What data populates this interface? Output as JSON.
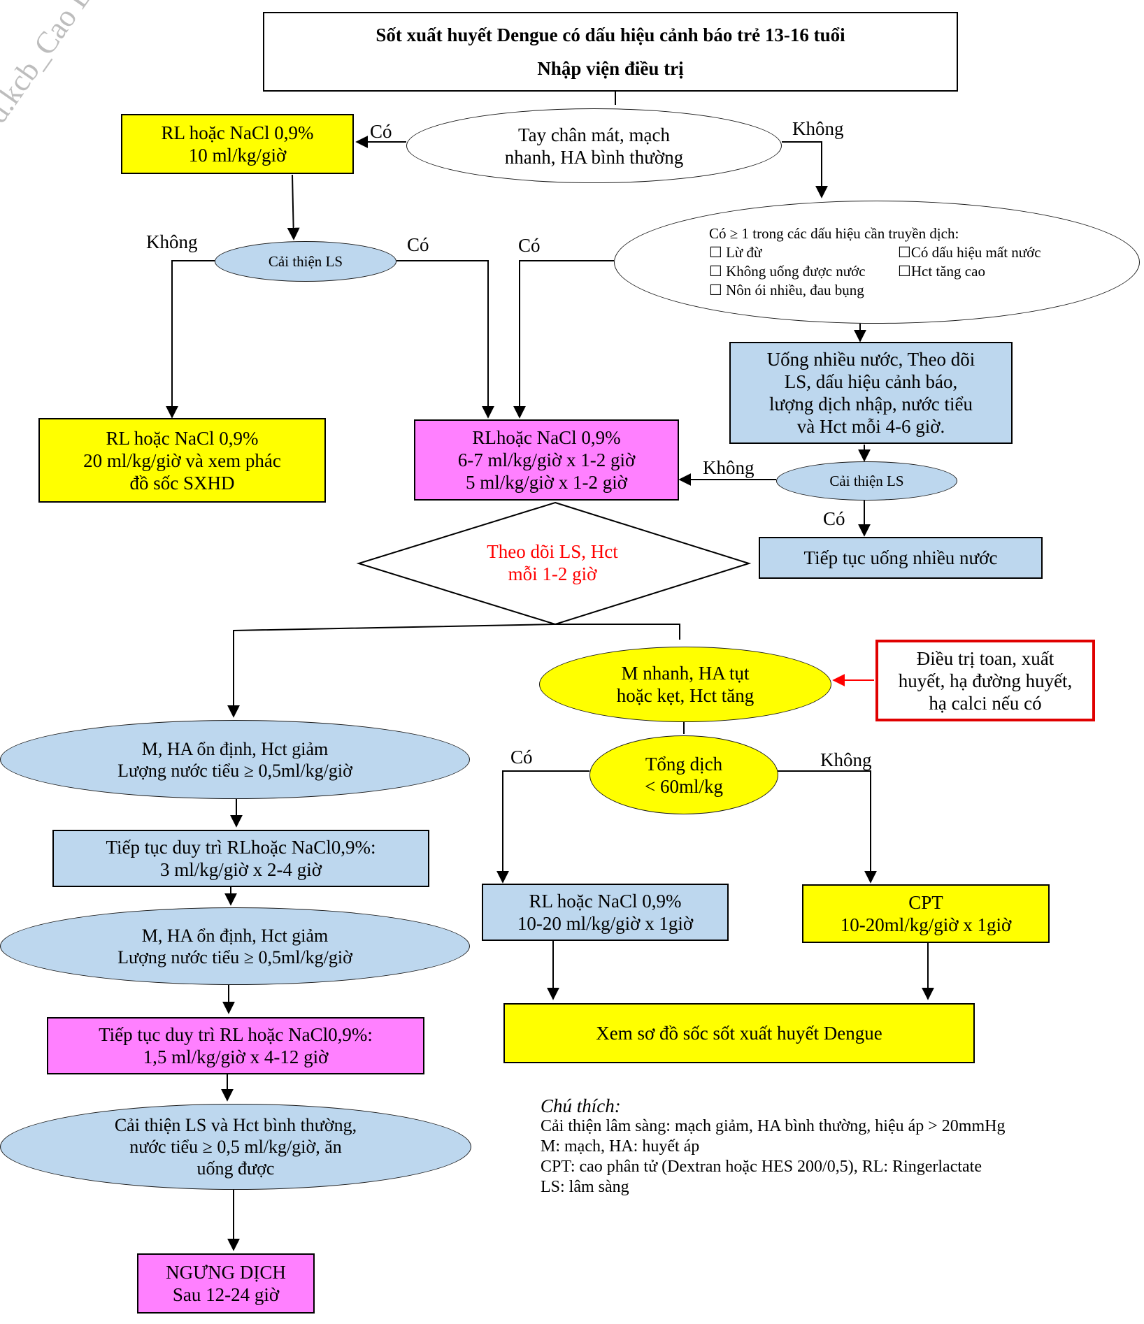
{
  "watermark": "sd.kcb_Cao Duc Phuong_",
  "title": {
    "line1": "Sốt xuất huyết Dengue có dấu hiệu cảnh báo trẻ 13-16 tuổi",
    "line2": "Nhập viện điều trị"
  },
  "nodes": {
    "rl_10": {
      "line1": "RL hoặc NaCl 0,9%",
      "line2": "10 ml/kg/giờ"
    },
    "assess_cold_limbs": {
      "line1": "Tay chân mát, mạch",
      "line2": "nhanh, HA bình thường"
    },
    "improve_ls_1": {
      "text": "Cải thiện LS"
    },
    "infusion_signs": {
      "heading": "Có ≥ 1 trong các dấu hiệu cần truyền dịch:",
      "items": [
        "☐ Lừ đừ",
        "☐Có dấu hiệu mất nước",
        "☐ Không uống được nước",
        "☐Hct tăng cao",
        "☐ Nôn ói nhiều, đau bụng"
      ]
    },
    "rl_20": {
      "line1": "RL hoặc NaCl 0,9%",
      "line2": "20 ml/kg/giờ và xem phác",
      "line3": "đồ sốc SXHD"
    },
    "rl_6_7": {
      "line1": "RLhoặc NaCl 0,9%",
      "line2": "6-7 ml/kg/giờ x 1-2 giờ",
      "line3": "5 ml/kg/giờ x 1-2 giờ"
    },
    "oral_fluids": {
      "line1": "Uống nhiều nước, Theo dõi",
      "line2": "LS, dấu hiệu cảnh báo,",
      "line3": "lượng dịch nhập, nước tiểu",
      "line4": "và Hct mỗi 4-6 giờ."
    },
    "improve_ls_2": {
      "text": "Cải thiện LS"
    },
    "continue_oral": {
      "text": "Tiếp tục uống nhiều nước"
    },
    "monitor": {
      "line1": "Theo dõi LS, Hct",
      "line2": "mỗi 1-2 giờ"
    },
    "fast_pulse": {
      "line1": "M nhanh, HA tụt",
      "line2": "hoặc kẹt, Hct tăng"
    },
    "treat_other": {
      "line1": "Điều trị toan, xuất",
      "line2": "huyết, hạ đường huyết,",
      "line3": "hạ calci nếu có"
    },
    "stable_1": {
      "line1": "M, HA ổn định, Hct giảm",
      "line2": "Lượng nước tiểu ≥ 0,5ml/kg/giờ"
    },
    "maintain_3": {
      "line1": "Tiếp tục duy trì RLhoặc NaCl0,9%:",
      "line2": "3 ml/kg/giờ x 2-4 giờ"
    },
    "total_fluid": {
      "line1": "Tổng dịch",
      "line2": "< 60ml/kg"
    },
    "stable_2": {
      "line1": "M, HA ổn định, Hct giảm",
      "line2": "Lượng nước tiểu ≥ 0,5ml/kg/giờ"
    },
    "rl_10_20": {
      "line1": "RL hoặc NaCl 0,9%",
      "line2": "10-20 ml/kg/giờ x 1giờ"
    },
    "cpt": {
      "line1": "CPT",
      "line2": "10-20ml/kg/giờ x 1giờ"
    },
    "see_shock": {
      "text": "Xem sơ đồ sốc sốt xuất huyết Dengue"
    },
    "maintain_1_5": {
      "line1": "Tiếp tục duy trì RL hoặc NaCl0,9%:",
      "line2": "1,5 ml/kg/giờ x 4-12 giờ"
    },
    "improved_final": {
      "line1": "Cải thiện LS và Hct bình thường,",
      "line2": "nước tiểu ≥ 0,5 ml/kg/giờ, ăn",
      "line3": "uống được"
    },
    "stop_fluid": {
      "line1": "NGƯNG DỊCH",
      "line2": "Sau 12-24 giờ"
    }
  },
  "labels": {
    "yes_1": "Có",
    "no_1": "Không",
    "no_2": "Không",
    "yes_2": "Có",
    "yes_3": "Có",
    "no_3": "Không",
    "yes_4": "Có",
    "yes_5": "Có",
    "no_5": "Không"
  },
  "notes": {
    "heading": "Chú thích:",
    "lines": [
      "Cải thiện lâm sàng: mạch giảm, HA bình thường, hiệu áp > 20mmHg",
      "M: mạch, HA: huyết áp",
      "CPT: cao phân tử (Dextran hoặc HES 200/0,5), RL: Ringerlactate",
      "LS: lâm sàng"
    ]
  },
  "colors": {
    "yellow": "#ffff00",
    "pink": "#ff80ff",
    "light_blue": "#bdd7ee",
    "red_text": "#ff0000",
    "red_border": "#e00000"
  }
}
